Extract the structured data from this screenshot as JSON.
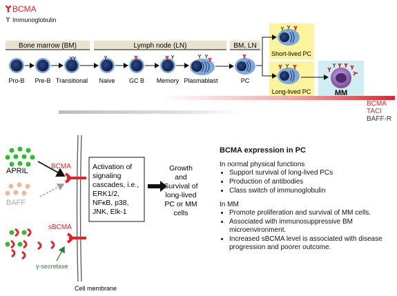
{
  "legend": {
    "bcma": "BCMA",
    "immunoglobulin": "Immunoglobulin"
  },
  "stages": {
    "bone_marrow": "Bone marrow (BM)",
    "lymph_node": "Lymph node (LN)",
    "bm_ln": "BM, LN"
  },
  "cells": {
    "pro_b": "Pro-B",
    "pre_b": "Pre-B",
    "transitional": "Transitional",
    "naive": "Naive",
    "gc_b": "GC B",
    "memory": "Memory",
    "plasmablast": "Plasmablast",
    "pc": "PC",
    "short_lived_pc": "Short-lived PC",
    "long_lived_pc": "Long-lived PC",
    "mm": "MM"
  },
  "expression": {
    "bcma": "BCMA",
    "taci": "TACI",
    "baff_r": "BAFF-R"
  },
  "ligands": {
    "april": "APRIL",
    "baff": "BAFF",
    "bcma": "BCMA",
    "sbcma": "sBCMA",
    "gamma_secretase": "γ-secretase",
    "cell_membrane": "Cell membrane"
  },
  "activation": [
    "Activation of",
    "signaling",
    "cascades, i.e.,",
    "ERK1/2,",
    "NFκB, p38,",
    "JNK, Elk-1"
  ],
  "outcome": [
    "Growth",
    "and",
    "Survival of",
    "long-lived",
    "PC or MM",
    "cells"
  ],
  "panel": {
    "title": "BCMA expression in PC",
    "normal_heading": "In normal physical functions",
    "normal_items": [
      "Support survival of long-lived PCs",
      "Production of antibodies",
      "Class switch of immunoglobulin"
    ],
    "mm_heading": "In MM",
    "mm_items": [
      "Promote proliferation and survival of MM cells.",
      "Associated with immunosuppressive BM microenvironment.",
      "Increased sBCMA level is associated with disease progression and poorer outcome."
    ]
  },
  "colors": {
    "bcma_red": "#e8202a",
    "cell_navy": "#1a2b5c",
    "cell_blue": "#7fa9d8",
    "pc_box_yellow": "#fbf49c",
    "mm_box_cyan": "#cdeef2",
    "mm_cell_purple": "#7a4f9c",
    "ligand_green": "#2ebd2e",
    "ligand_tan": "#e9b99a"
  }
}
